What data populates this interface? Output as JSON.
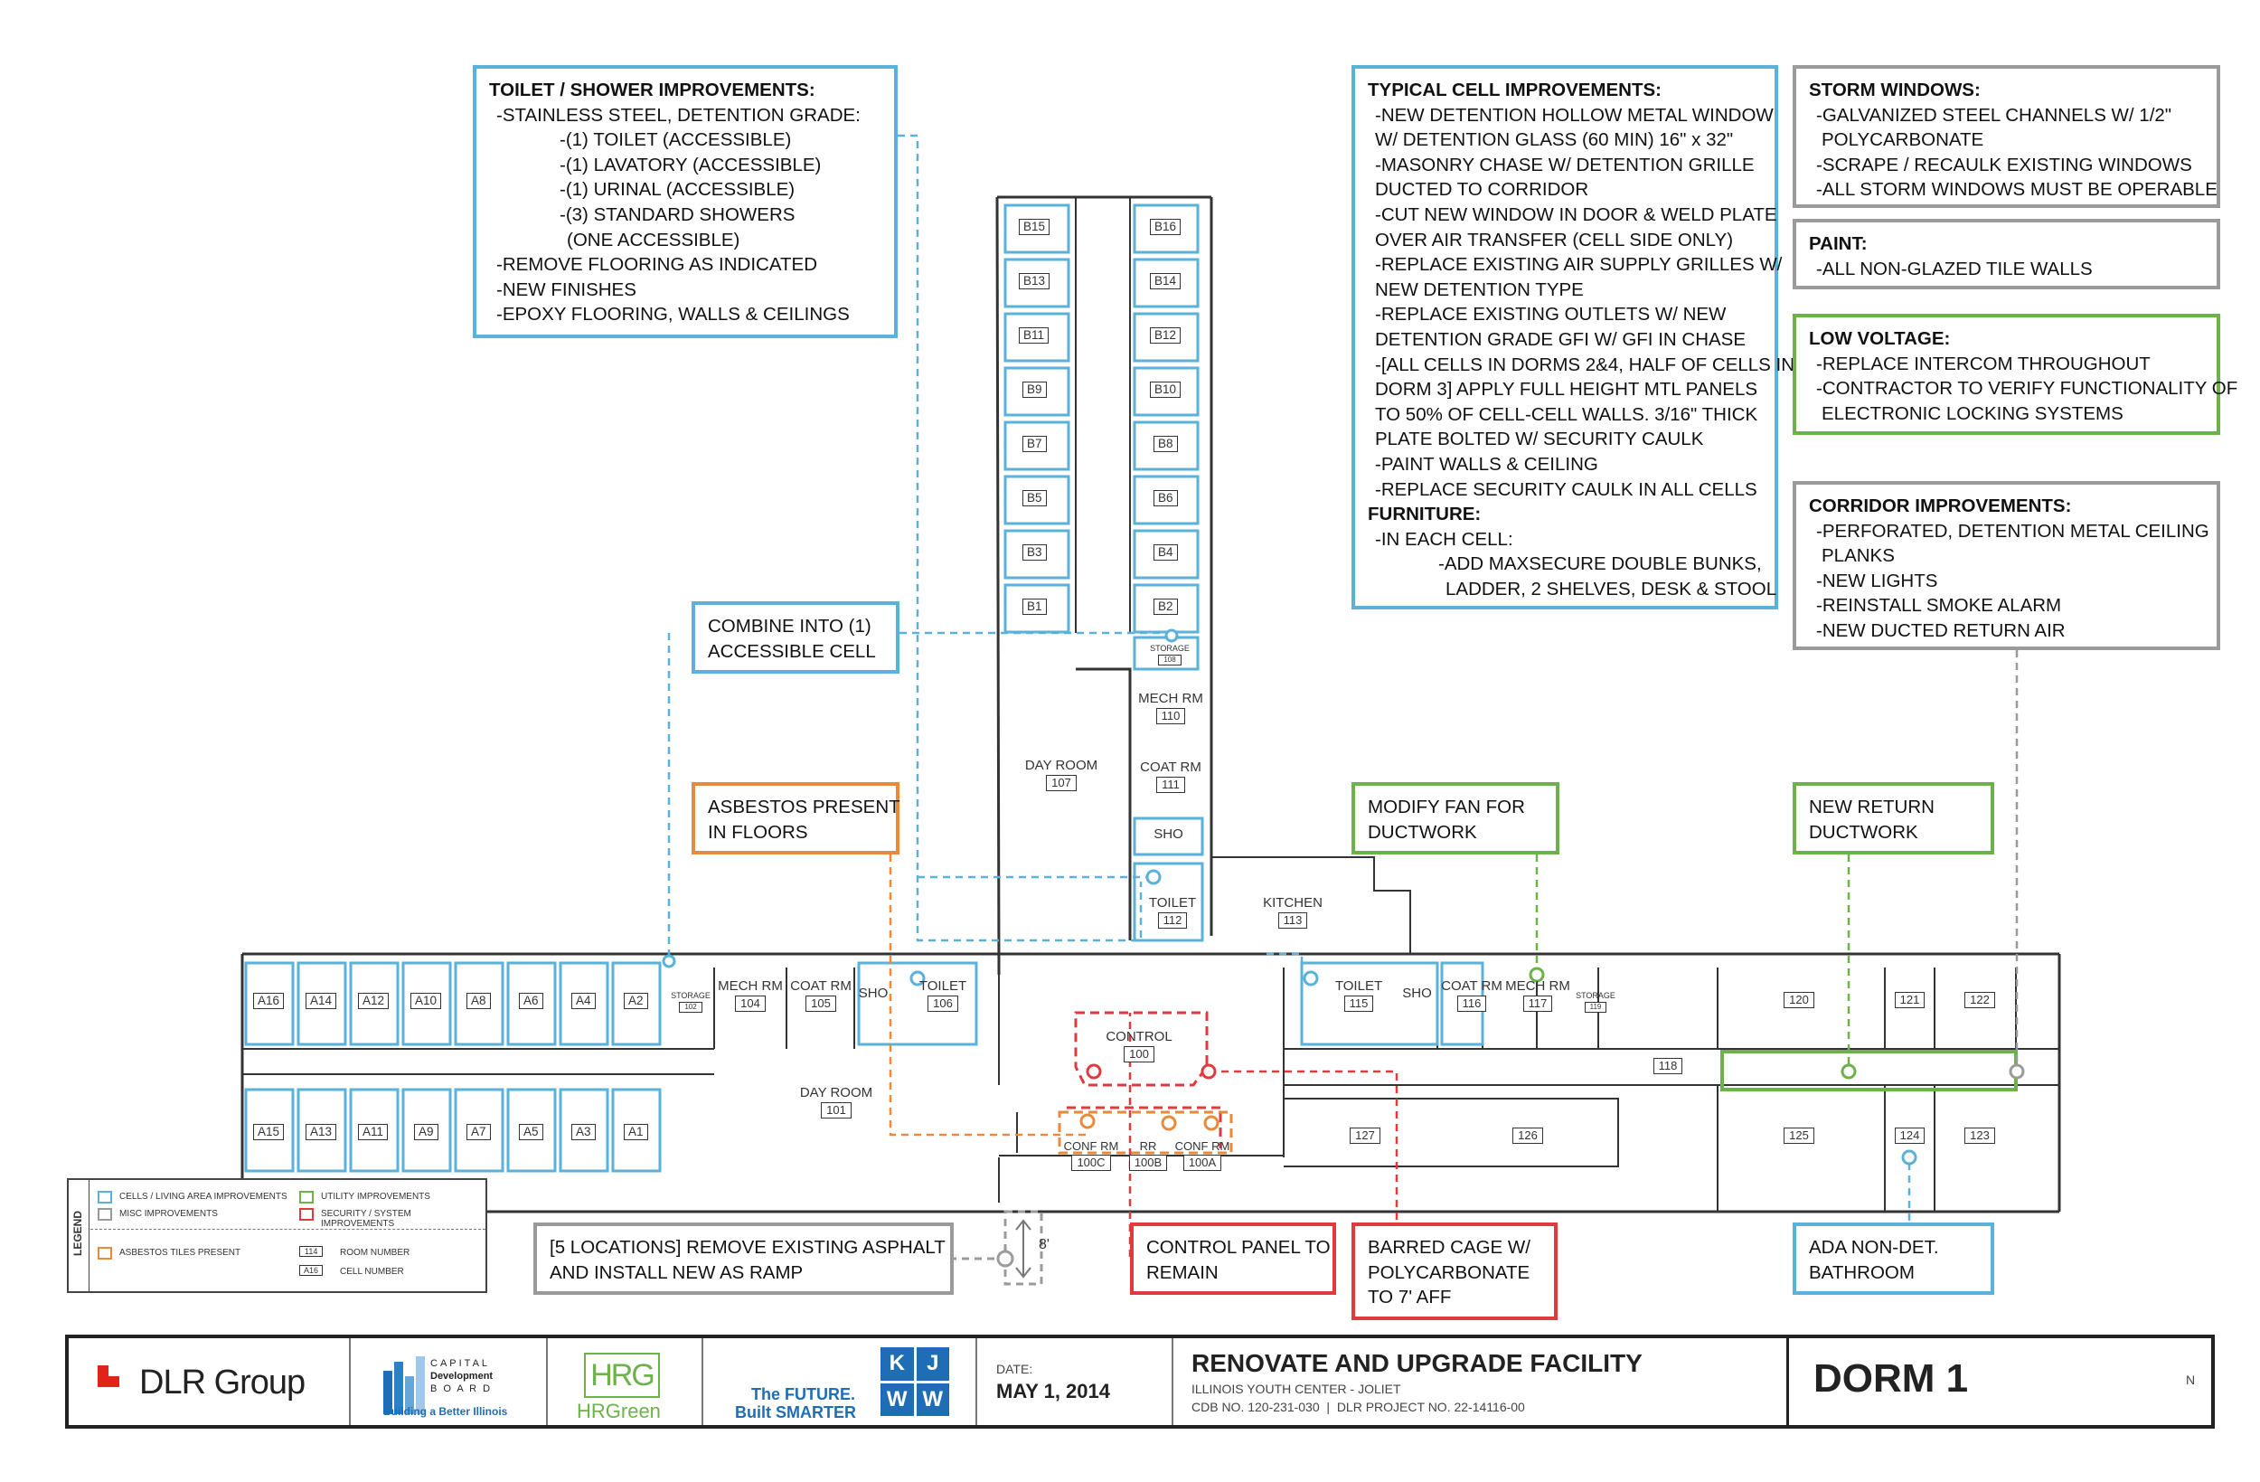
{
  "colors": {
    "blue": "#5ab1d9",
    "green": "#6db14b",
    "orange": "#e98a3a",
    "red": "#e0393e",
    "gray": "#9a9a9a",
    "dlr_red": "#e2231a",
    "kjww_blue": "#1f6db5"
  },
  "annotations": {
    "toilet_shower": {
      "title": "TOILET / SHOWER IMPROVEMENTS:",
      "lines": [
        "-STAINLESS STEEL, DETENTION GRADE:",
        "-(1) TOILET (ACCESSIBLE)",
        "-(1) LAVATORY (ACCESSIBLE)",
        "-(1) URINAL (ACCESSIBLE)",
        "-(3) STANDARD SHOWERS",
        "(ONE ACCESSIBLE)",
        "-REMOVE FLOORING AS INDICATED",
        "-NEW FINISHES",
        "-EPOXY FLOORING, WALLS & CEILINGS"
      ]
    },
    "typical_cell": {
      "title": "TYPICAL CELL IMPROVEMENTS:",
      "lines": [
        "-NEW DETENTION HOLLOW METAL WINDOW",
        "W/ DETENTION GLASS (60 MIN) 16\" x 32\"",
        "-MASONRY CHASE W/ DETENTION GRILLE",
        "DUCTED TO CORRIDOR",
        "-CUT NEW WINDOW IN DOOR & WELD PLATE",
        "OVER AIR TRANSFER (CELL SIDE ONLY)",
        "-REPLACE EXISTING AIR SUPPLY GRILLES W/",
        "NEW DETENTION TYPE",
        "-REPLACE EXISTING OUTLETS W/ NEW",
        "DETENTION GRADE GFI W/ GFI IN CHASE",
        "-[ALL CELLS IN DORMS 2&4, HALF OF CELLS IN",
        "DORM 3] APPLY FULL HEIGHT MTL PANELS",
        "TO 50% OF CELL-CELL WALLS. 3/16\" THICK",
        "PLATE BOLTED W/ SECURITY CAULK",
        "-PAINT WALLS & CEILING",
        "-REPLACE SECURITY CAULK IN ALL CELLS"
      ],
      "subtitle": "FURNITURE:",
      "furniture_lines": [
        "-IN EACH CELL:",
        "-ADD MAXSECURE DOUBLE BUNKS,",
        "LADDER, 2 SHELVES, DESK & STOOL"
      ]
    },
    "storm_windows": {
      "title": "STORM WINDOWS:",
      "lines": [
        "-GALVANIZED STEEL CHANNELS W/ 1/2\"",
        "POLYCARBONATE",
        "-SCRAPE / RECAULK EXISTING WINDOWS",
        "-ALL STORM WINDOWS MUST BE OPERABLE"
      ]
    },
    "paint": {
      "title": "PAINT:",
      "lines": [
        "-ALL NON-GLAZED TILE WALLS"
      ]
    },
    "low_voltage": {
      "title": "LOW VOLTAGE:",
      "lines": [
        "-REPLACE INTERCOM THROUGHOUT",
        "-CONTRACTOR TO VERIFY FUNCTIONALITY OF",
        "ELECTRONIC LOCKING SYSTEMS"
      ]
    },
    "corridor": {
      "title": "CORRIDOR IMPROVEMENTS:",
      "lines": [
        "-PERFORATED, DETENTION METAL CEILING",
        "PLANKS",
        "-NEW LIGHTS",
        "-REINSTALL SMOKE ALARM",
        "-NEW DUCTED RETURN AIR"
      ]
    },
    "combine": {
      "line1": "COMBINE INTO (1)",
      "line2": "ACCESSIBLE CELL"
    },
    "asbestos": {
      "line1": "ASBESTOS PRESENT",
      "line2": "IN FLOORS"
    },
    "modify_fan": {
      "line1": "MODIFY FAN FOR",
      "line2": "DUCTWORK"
    },
    "new_return": {
      "line1": "NEW RETURN",
      "line2": "DUCTWORK"
    },
    "ramp": {
      "line1": "[5 LOCATIONS] REMOVE EXISTING ASPHALT",
      "line2": "AND INSTALL NEW AS RAMP"
    },
    "control_panel": {
      "line1": "CONTROL PANEL TO",
      "line2": "REMAIN"
    },
    "barred_cage": {
      "line1": "BARRED CAGE W/",
      "line2": "POLYCARBONATE",
      "line3": "TO 7' AFF"
    },
    "ada": {
      "line1": "ADA NON-DET.",
      "line2": "BATHROOM"
    }
  },
  "rooms": {
    "day_room_107": {
      "name": "DAY ROOM",
      "num": "107"
    },
    "mech_110": {
      "name": "MECH RM",
      "num": "110"
    },
    "coat_111": {
      "name": "COAT RM",
      "num": "111"
    },
    "sho_upper": {
      "name": "SHO"
    },
    "toilet_112": {
      "name": "TOILET",
      "num": "112"
    },
    "kitchen_113": {
      "name": "KITCHEN",
      "num": "113"
    },
    "mech_104": {
      "name": "MECH RM",
      "num": "104"
    },
    "coat_105": {
      "name": "COAT RM",
      "num": "105"
    },
    "sho_left": {
      "name": "SHO"
    },
    "toilet_106": {
      "name": "TOILET",
      "num": "106"
    },
    "control_100": {
      "name": "CONTROL",
      "num": "100"
    },
    "day_room_101": {
      "name": "DAY ROOM",
      "num": "101"
    },
    "conf_100c": {
      "name": "CONF RM",
      "num": "100C"
    },
    "rr_100b": {
      "name": "RR",
      "num": "100B"
    },
    "conf_100a": {
      "name": "CONF RM",
      "num": "100A"
    },
    "toilet_115": {
      "name": "TOILET",
      "num": "115"
    },
    "sho_right": {
      "name": "SHO"
    },
    "coat_116": {
      "name": "COAT RM",
      "num": "116"
    },
    "mech_117": {
      "name": "MECH RM",
      "num": "117"
    },
    "storage_108": {
      "name": "STORAGE",
      "num": "108"
    },
    "storage_102": {
      "name": "STORAGE",
      "num": "102"
    },
    "storage_119": {
      "name": "STORAGE",
      "num": "119"
    },
    "r118": {
      "num": "118"
    },
    "r120": {
      "num": "120"
    },
    "r121": {
      "num": "121"
    },
    "r122": {
      "num": "122"
    },
    "r123": {
      "num": "123"
    },
    "r124": {
      "num": "124"
    },
    "r125": {
      "num": "125"
    },
    "r126": {
      "num": "126"
    },
    "r127": {
      "num": "127"
    }
  },
  "cells": {
    "b_left": [
      "B15",
      "B13",
      "B11",
      "B9",
      "B7",
      "B5",
      "B3",
      "B1"
    ],
    "b_right": [
      "B16",
      "B14",
      "B12",
      "B10",
      "B8",
      "B6",
      "B4",
      "B2"
    ],
    "a_top": [
      "A16",
      "A14",
      "A12",
      "A10",
      "A8",
      "A6",
      "A4",
      "A2"
    ],
    "a_bottom": [
      "A15",
      "A13",
      "A11",
      "A9",
      "A7",
      "A5",
      "A3",
      "A1"
    ]
  },
  "ramp_dim": "8'",
  "legend": {
    "title": "LEGEND",
    "cells_living": "CELLS / LIVING AREA IMPROVEMENTS",
    "misc": "MISC IMPROVEMENTS",
    "utility": "UTILITY IMPROVEMENTS",
    "security": "SECURITY / SYSTEM IMPROVEMENTS",
    "asbestos": "ASBESTOS TILES PRESENT",
    "room_number_sample": "114",
    "room_number": "ROOM NUMBER",
    "cell_number_sample": "A16",
    "cell_number": "CELL NUMBER"
  },
  "title_block": {
    "dlr": "DLR Group",
    "cdb_line1": "CAPITAL",
    "cdb_line2": "Development",
    "cdb_line3": "B O A R D",
    "cdb_tag": "Building a Better Illinois",
    "hrg_logo": "HRG",
    "hrg": "HRGreen",
    "future1": "The FUTURE.",
    "future2": "Built SMARTER",
    "kjww": [
      "K",
      "J",
      "W",
      "W"
    ],
    "date_label": "DATE:",
    "date": "MAY 1, 2014",
    "project": "RENOVATE AND UPGRADE FACILITY",
    "center": "ILLINOIS YOUTH CENTER - JOLIET",
    "numbers": "CDB NO. 120-231-030  |  DLR PROJECT NO. 22-14116-00",
    "sheet": "DORM 1",
    "north": "N"
  }
}
